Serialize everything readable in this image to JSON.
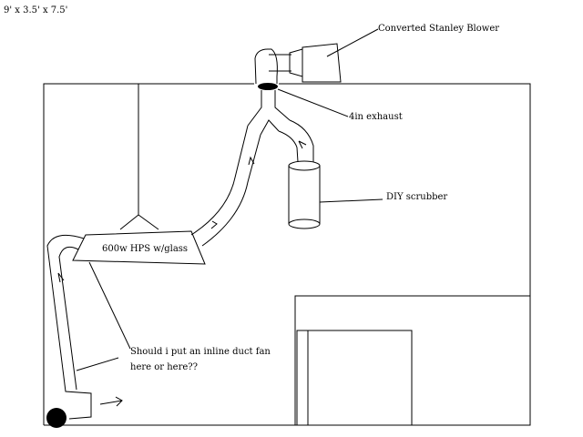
{
  "labels": {
    "dimensions": "9' x 3.5' x 7.5'",
    "blower": "Converted Stanley Blower",
    "exhaust": "4in exhaust",
    "scrubber": "DIY scrubber",
    "light": "600w HPS w/glass",
    "question_line1": "Should i put an inline duct fan",
    "question_line2": "here or here??"
  },
  "colors": {
    "ink": "#000000",
    "background": "#ffffff"
  }
}
